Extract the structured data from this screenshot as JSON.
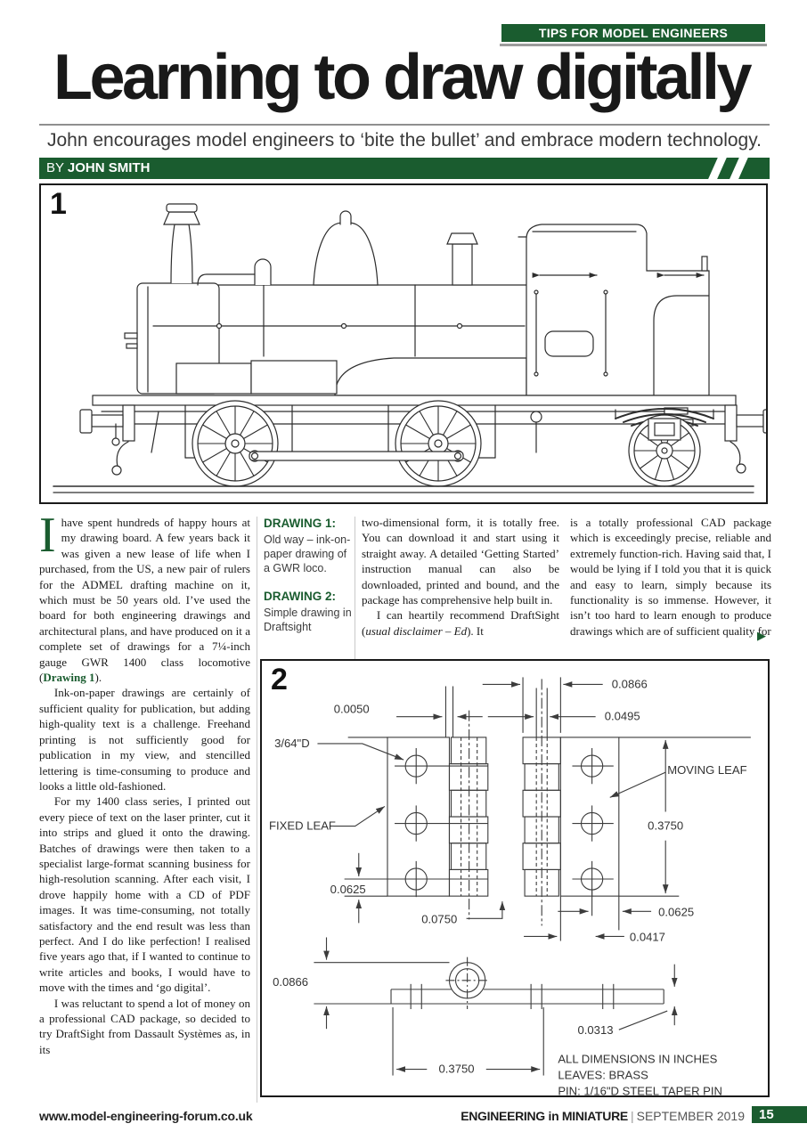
{
  "banner": {
    "label": "TIPS FOR MODEL ENGINEERS"
  },
  "header": {
    "headline": "Learning to draw digitally",
    "standfirst": "John encourages model engineers to ‘bite the bullet’ and embrace modern technology."
  },
  "byline": {
    "prefix": "BY ",
    "name": "JOHN SMITH"
  },
  "figure1": {
    "number": "1"
  },
  "figure2": {
    "number": "2",
    "dims": {
      "d0050": "0.0050",
      "d0866_top": "0.0866",
      "d0495": "0.0495",
      "d364": "3/64\"D",
      "fixed_leaf": "FIXED LEAF",
      "moving_leaf": "MOVING LEAF",
      "d3750_v": "0.3750",
      "d0625_l": "0.0625",
      "d0750": "0.0750",
      "d0625_r": "0.0625",
      "d0417": "0.0417",
      "d0866_plan": "0.0866",
      "d0313": "0.0313",
      "d3750_b": "0.3750"
    },
    "notes": [
      "ALL DIMENSIONS IN INCHES",
      "LEAVES: BRASS",
      "PIN: 1/16\"D STEEL TAPER PIN"
    ]
  },
  "captions": {
    "drawing1_title": "DRAWING 1:",
    "drawing1_text": "Old way – ink-on-paper drawing of a GWR loco.",
    "drawing2_title": "DRAWING 2:",
    "drawing2_text": "Simple drawing in Draftsight"
  },
  "article": {
    "col1": {
      "p1_dropcap": "I",
      "p1_before": "have spent hundreds of happy hours at my drawing board. A few years back it was given a new lease of life when I purchased, from the US, a new pair of rulers for the ADMEL drafting machine on it, which must be 50 years old. I’ve used the board for both engineering drawings and architectural plans, and have produced on it a complete set of drawings for a 7¼-inch gauge GWR 1400 class locomotive (",
      "p1_link": "Drawing 1",
      "p1_after": ").",
      "p2": "Ink-on-paper drawings are certainly of sufficient quality for publication, but adding high-quality text is a challenge. Freehand printing is not sufficiently good for publication in my view, and stencilled lettering is time-consuming to produce and looks a little old-fashioned.",
      "p3": "For my 1400 class series, I printed out every piece of text on the laser printer, cut it into strips and glued it onto the drawing. Batches of drawings were then taken to a specialist large-format scanning business for high-resolution scanning. After each visit, I drove happily home with a CD of PDF images. It was time-consuming, not totally satisfactory and the end result was less than perfect. And I do like perfection! I realised five years ago that, if I wanted to continue to write articles and books, I would have to move with the times and ‘go digital’.",
      "p4": "I was reluctant to spend a lot of money on a professional CAD package, so decided to try DraftSight from Dassault Systèmes as, in its"
    },
    "col2": {
      "p1": "two-dimensional form, it is totally free. You can download it and start using it straight away. A detailed ‘Getting Started’ instruction manual can also be downloaded, printed and bound, and the package has comprehensive help built in.",
      "p2_before": "I can heartily recommend DraftSight (",
      "p2_italic": "usual disclaimer – Ed",
      "p2_after": "). It"
    },
    "col3": {
      "p1": "is a totally professional CAD package which is exceedingly precise, reliable and extremely function-rich. Having said that, I would be lying if I told you that it is quick and easy to learn, simply because its functionality is so immense. However, it isn’t too hard to learn enough to produce drawings which are of sufficient quality for"
    },
    "continuation_arrow": "▶"
  },
  "footer": {
    "website": "www.model-engineering-forum.co.uk",
    "magazine": "ENGINEERING in MINIATURE",
    "separator": "|",
    "issue": "SEPTEMBER 2019",
    "page_number": "15"
  }
}
